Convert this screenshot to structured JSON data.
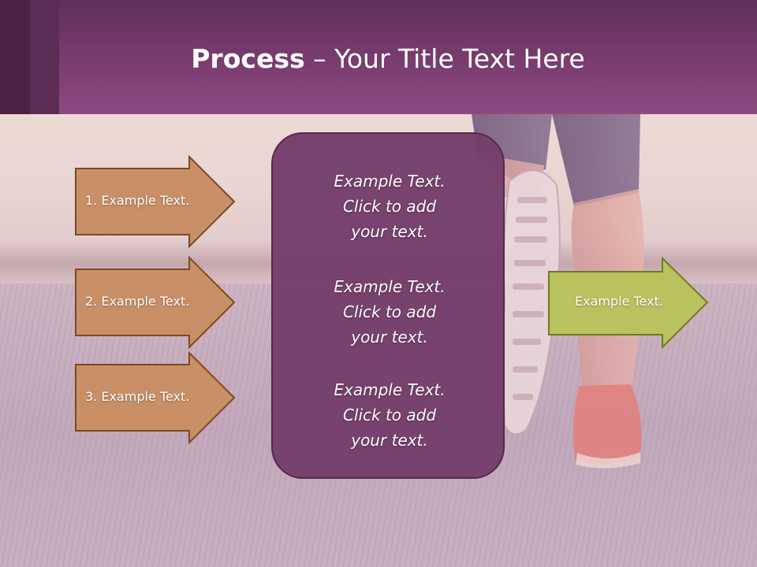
{
  "slide": {
    "title_bold": "Process",
    "title_rest": " – Your Title Text Here",
    "left_arrows": [
      {
        "label": "1. Example Text."
      },
      {
        "label": "2. Example Text."
      },
      {
        "label": "3. Example Text."
      }
    ],
    "center_blocks": [
      {
        "line1": "Example Text.",
        "line2": "Click  to add",
        "line3": "your text."
      },
      {
        "line1": "Example Text.",
        "line2": "Click  to add",
        "line3": "your text."
      },
      {
        "line1": "Example Text.",
        "line2": "Click  to add",
        "line3": "your text."
      }
    ],
    "right_arrow": {
      "label": "Example Text."
    }
  },
  "colors": {
    "header": "#7a3d70",
    "left_arrow_fill": "#c98f67",
    "left_arrow_border": "#7a4a22",
    "center_box_fill": "#763f6c",
    "right_arrow_fill": "#b9c25e",
    "right_arrow_border": "#6e7a22"
  }
}
